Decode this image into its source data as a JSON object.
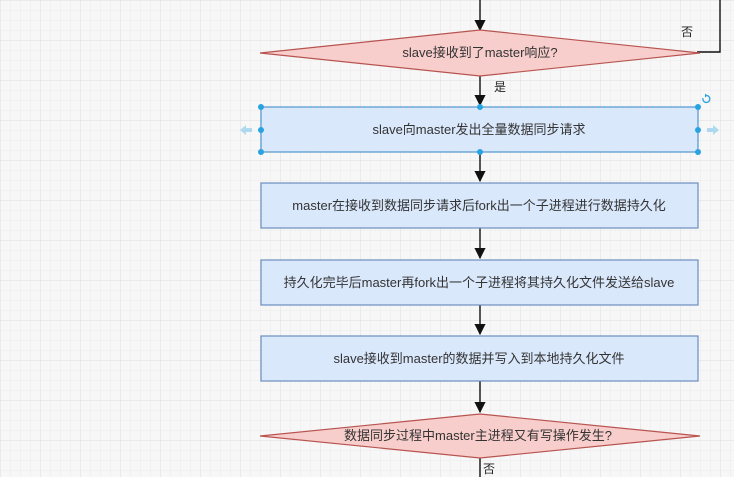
{
  "diagram": {
    "nodes": {
      "decision_master_response": "slave接收到了master响应?",
      "slave_full_sync_request": "slave向master发出全量数据同步请求",
      "master_fork_persist": "master在接收到数据同步请求后fork出一个子进程进行数据持久化",
      "master_fork_send_file": "持久化完毕后master再fork出一个子进程将其持久化文件发送给slave",
      "slave_receive_write": "slave接收到master的数据并写入到本地持久化文件",
      "decision_new_write": "数据同步过程中master主进程又有写操作发生?"
    },
    "edge_labels": {
      "no_top": "否",
      "yes": "是",
      "no_bottom": "否"
    },
    "colors": {
      "decision_fill": "#f8cecc",
      "decision_stroke": "#b85450",
      "process_fill": "#dae8fc",
      "process_stroke": "#6c8ebf",
      "selection": "#29a3e0",
      "edge": "#111111",
      "grid_minor": "#ebebeb",
      "grid_major": "#dedede",
      "background": "#f7f7f7"
    },
    "selected_node": "slave_full_sync_request",
    "icons": [
      "rotate-handle-icon",
      "connect-arrow-left-icon",
      "connect-arrow-right-icon"
    ]
  }
}
